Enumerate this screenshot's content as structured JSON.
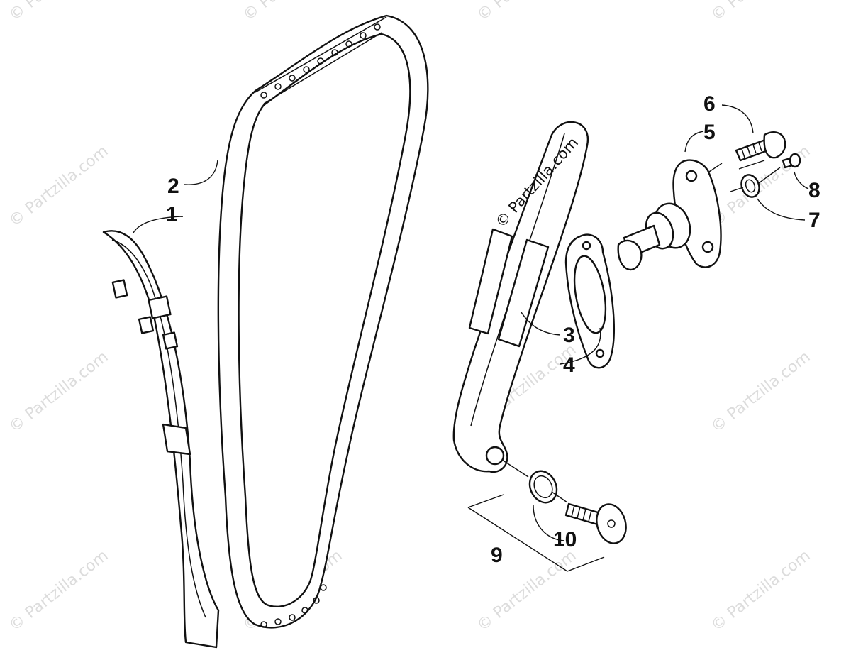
{
  "diagram": {
    "credit_text": "© Partzilla.com",
    "watermark_text": "© Partzilla.com",
    "callouts": [
      {
        "id": "1",
        "label": "1"
      },
      {
        "id": "2",
        "label": "2"
      },
      {
        "id": "3",
        "label": "3"
      },
      {
        "id": "4",
        "label": "4"
      },
      {
        "id": "5",
        "label": "5"
      },
      {
        "id": "6",
        "label": "6"
      },
      {
        "id": "7",
        "label": "7"
      },
      {
        "id": "8",
        "label": "8"
      },
      {
        "id": "9",
        "label": "9"
      },
      {
        "id": "10",
        "label": "10"
      }
    ]
  },
  "colors": {
    "line": "#111111",
    "watermark": "#dcdcdc",
    "background": "#ffffff"
  }
}
